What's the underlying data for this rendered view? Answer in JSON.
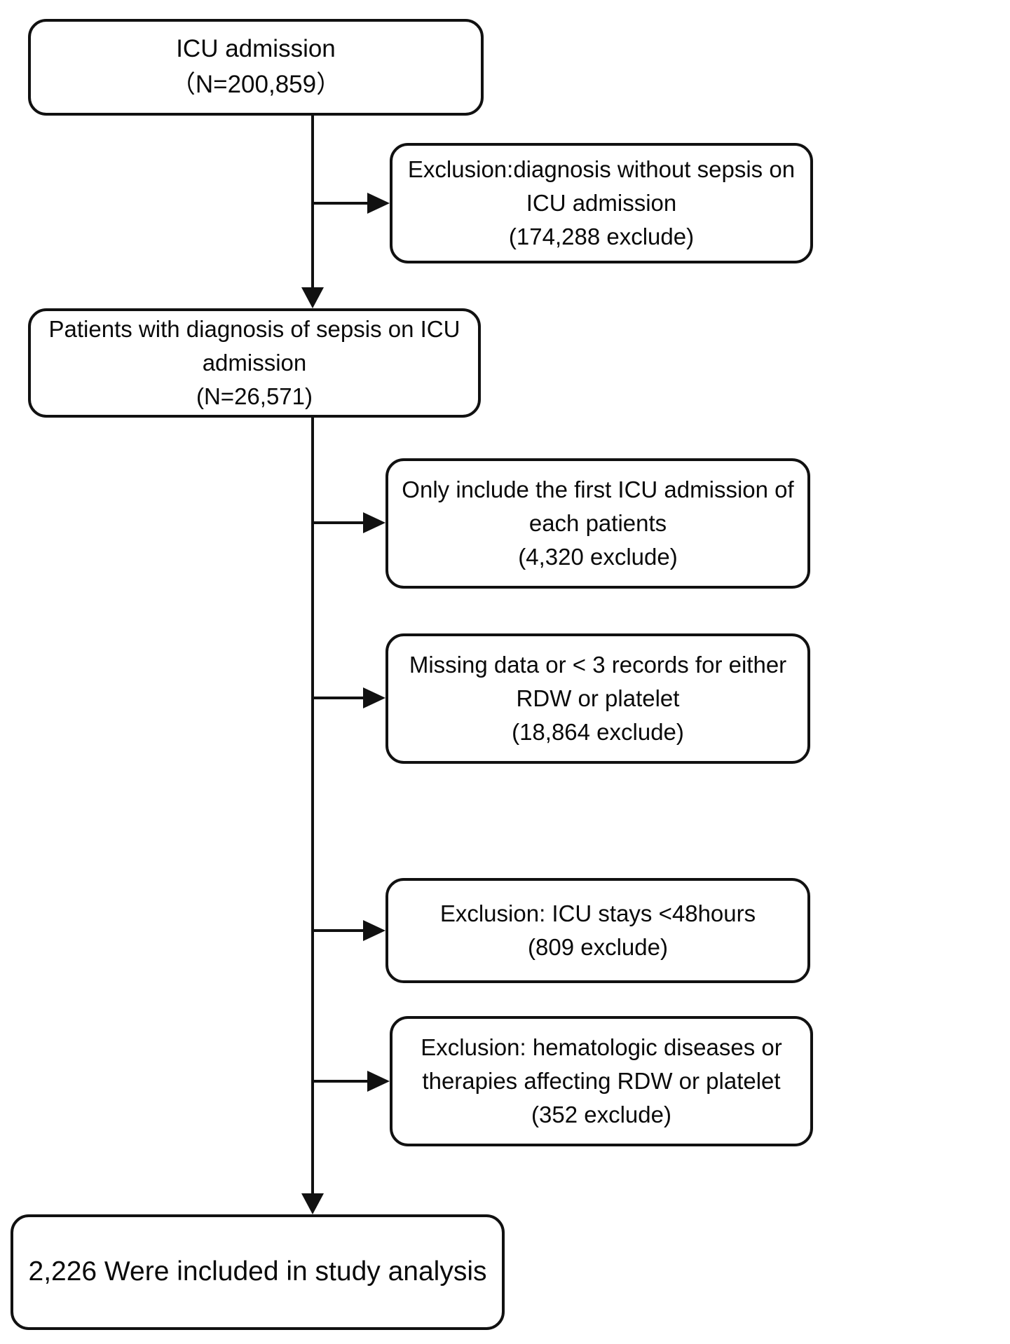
{
  "flow": {
    "type": "flowchart",
    "direction": "top-down",
    "nodes": {
      "icu": {
        "id": "icu-admission",
        "lines": [
          "ICU admission",
          "（N=200,859）"
        ]
      },
      "excl_sepsis": {
        "id": "exclusion-no-sepsis",
        "lines": [
          "Exclusion:diagnosis without sepsis on",
          "ICU admission",
          "(174,288 exclude)"
        ]
      },
      "sepsis": {
        "id": "sepsis-on-admission",
        "lines": [
          "Patients with diagnosis of sepsis on ICU",
          "admission",
          "(N=26,571)"
        ]
      },
      "first_icu": {
        "id": "only-first-admission",
        "lines": [
          "Only include the first ICU admission of",
          "each patients",
          "(4,320 exclude)"
        ]
      },
      "missing": {
        "id": "missing-data",
        "lines": [
          "Missing data or < 3 records for either",
          "RDW or platelet",
          "(18,864 exclude)"
        ]
      },
      "stay48": {
        "id": "icu-stay-under-48h",
        "lines": [
          "Exclusion: ICU stays <48hours",
          "(809 exclude)"
        ]
      },
      "hema": {
        "id": "hematologic-exclusion",
        "lines": [
          "Exclusion: hematologic diseases or",
          "therapies affecting RDW or platelet",
          "(352 exclude)"
        ]
      },
      "included": {
        "id": "included-in-analysis",
        "lines": [
          "2,226 Were included in study analysis"
        ]
      }
    },
    "edges": [
      {
        "from": "icu-admission",
        "to": "exclusion-no-sepsis",
        "type": "exclusion-branch"
      },
      {
        "from": "icu-admission",
        "to": "sepsis-on-admission",
        "type": "main-flow"
      },
      {
        "from": "sepsis-on-admission",
        "to": "only-first-admission",
        "type": "exclusion-branch"
      },
      {
        "from": "sepsis-on-admission",
        "to": "missing-data",
        "type": "exclusion-branch"
      },
      {
        "from": "sepsis-on-admission",
        "to": "icu-stay-under-48h",
        "type": "exclusion-branch"
      },
      {
        "from": "sepsis-on-admission",
        "to": "hematologic-exclusion",
        "type": "exclusion-branch"
      },
      {
        "from": "sepsis-on-admission",
        "to": "included-in-analysis",
        "type": "main-flow"
      }
    ]
  },
  "colors": {
    "background": "#ffffff",
    "box_border": "#111111",
    "connector": "#111111",
    "text": "#0a0a0a"
  }
}
